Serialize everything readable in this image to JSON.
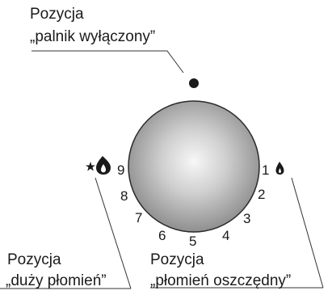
{
  "labels": {
    "off_title": "Pozycja",
    "off_name": "„palnik wyłączony”",
    "big_title": "Pozycja",
    "big_name": "„duży płomień”",
    "eco_title": "Pozycja",
    "eco_name": "„płomień oszczędny”"
  },
  "dial": {
    "numbers": [
      "1",
      "2",
      "3",
      "4",
      "5",
      "6",
      "7",
      "8",
      "9"
    ]
  },
  "colors": {
    "text": "#1a1a1a",
    "knob_light": "#f5f5f5",
    "knob_dark": "#8d8d8d",
    "knob_edge": "#2a2a2a"
  },
  "icons": {
    "off_marker": "filled-dot",
    "big_flame": "star-and-large-flame-icon",
    "small_flame": "small-flame-icon"
  }
}
